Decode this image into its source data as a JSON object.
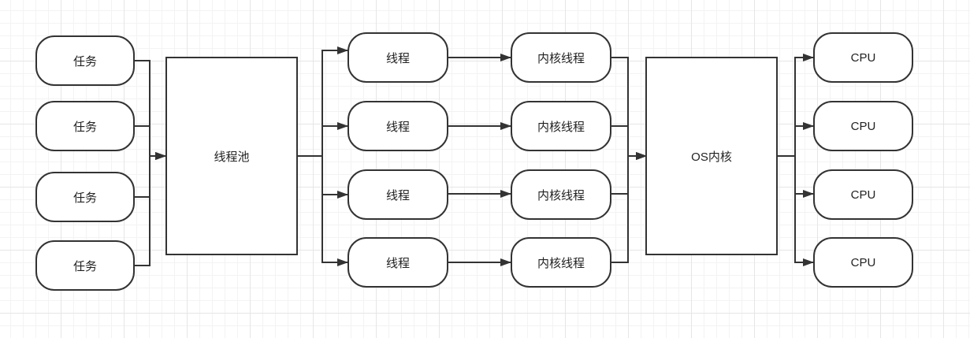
{
  "diagram": {
    "tasks": [
      "任务",
      "任务",
      "任务",
      "任务"
    ],
    "thread_pool": "线程池",
    "threads": [
      "线程",
      "线程",
      "线程",
      "线程"
    ],
    "kernel_threads": [
      "内核线程",
      "内核线程",
      "内核线程",
      "内核线程"
    ],
    "os_kernel": "OS内核",
    "cpus": [
      "CPU",
      "CPU",
      "CPU",
      "CPU"
    ]
  },
  "colors": {
    "stroke": "#333333",
    "background": "#ffffff",
    "grid": "#e6e6e6"
  }
}
